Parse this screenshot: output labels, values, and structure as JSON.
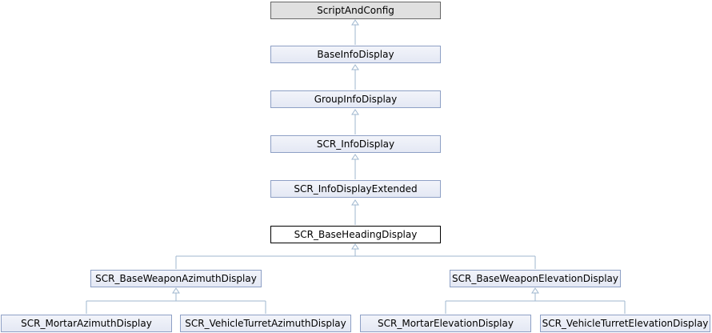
{
  "nodes": {
    "script_and_config": "ScriptAndConfig",
    "base_info_display": "BaseInfoDisplay",
    "group_info_display": "GroupInfoDisplay",
    "scr_info_display": "SCR_InfoDisplay",
    "scr_info_display_extended": "SCR_InfoDisplayExtended",
    "scr_base_heading_display": "SCR_BaseHeadingDisplay",
    "scr_base_weapon_azimuth_display": "SCR_BaseWeaponAzimuthDisplay",
    "scr_base_weapon_elevation_display": "SCR_BaseWeaponElevationDisplay",
    "scr_mortar_azimuth_display": "SCR_MortarAzimuthDisplay",
    "scr_vehicle_turret_azimuth_display": "SCR_VehicleTurretAzimuthDisplay",
    "scr_mortar_elevation_display": "SCR_MortarElevationDisplay",
    "scr_vehicle_turret_elevation_display": "SCR_VehicleTurretElevationDisplay"
  },
  "colors": {
    "node_border": "#8ea0c5",
    "node_fill": "#e4e8f4",
    "root_fill": "#e0e0e0",
    "current_border": "#000000",
    "edge": "#9fb7cf"
  }
}
